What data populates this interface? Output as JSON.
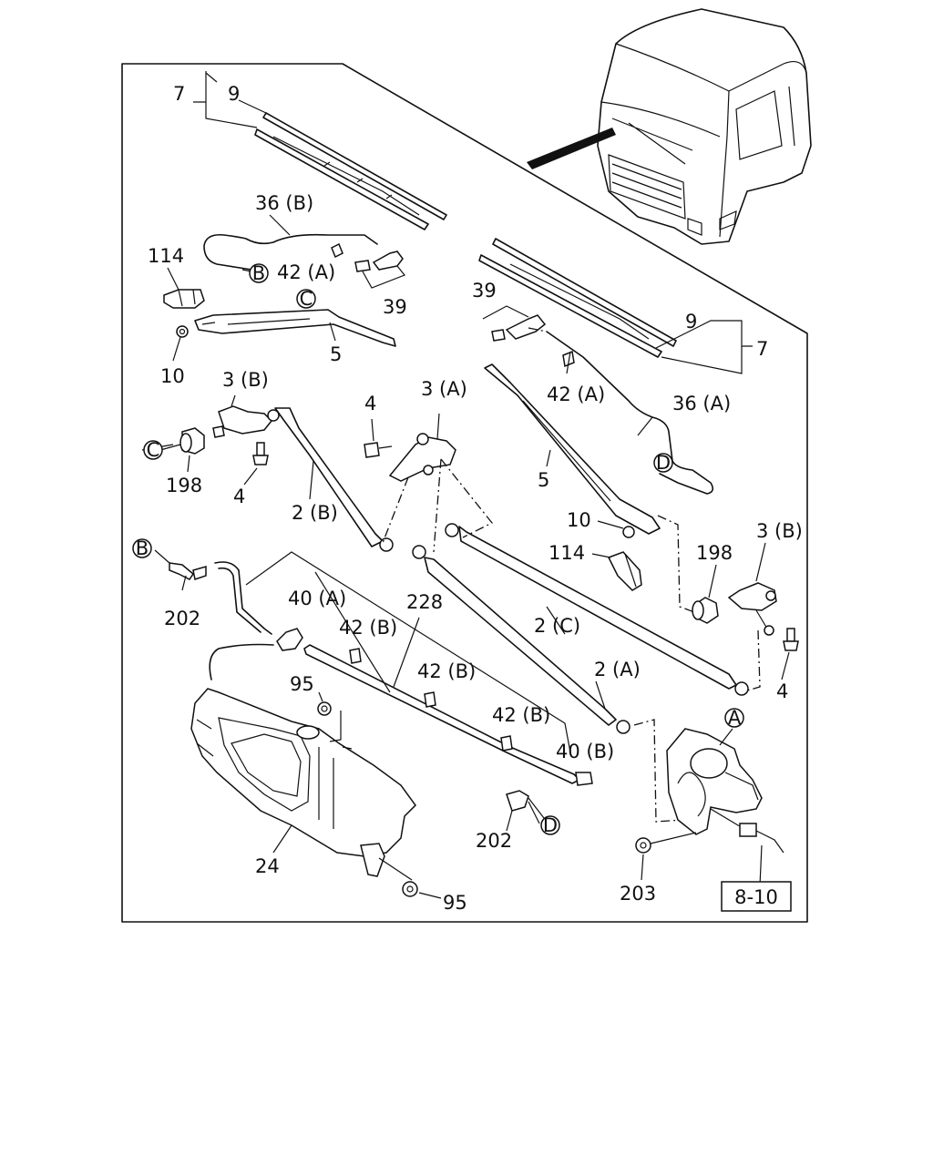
{
  "diagram": {
    "callouts": {
      "c7_top": "7",
      "c9_top": "9",
      "c36b": "36 (B)",
      "c114_left": "114",
      "c42a_left": "42 (A)",
      "c39_left": "39",
      "c10_left": "10",
      "c5_left": "5",
      "c3b_left": "3 (B)",
      "c198_left": "198",
      "c4_left": "4",
      "c2b": "2 (B)",
      "c4_mid": "4",
      "c3a": "3 (A)",
      "c39_right": "39",
      "c9_right": "9",
      "c7_right": "7",
      "c42a_right": "42 (A)",
      "c36a": "36 (A)",
      "c5_right": "5",
      "c10_right": "10",
      "c114_right": "114",
      "c198_right": "198",
      "c3b_right": "3 (B)",
      "c4_right": "4",
      "c202_left": "202",
      "c40a": "40 (A)",
      "c228": "228",
      "c42b_1": "42 (B)",
      "c42b_2": "42 (B)",
      "c42b_3": "42 (B)",
      "c2c": "2 (C)",
      "c2a": "2 (A)",
      "c95_top": "95",
      "c40b": "40 (B)",
      "c202_bottom": "202",
      "c24": "24",
      "c95_bottom": "95",
      "c203": "203"
    },
    "circle_refs": {
      "b_top": "B",
      "c_arm": "C",
      "c_left": "C",
      "d_hose": "D",
      "b_left": "B",
      "a_motor": "A",
      "d_bottom": "D"
    },
    "ref_box": "8-10"
  }
}
